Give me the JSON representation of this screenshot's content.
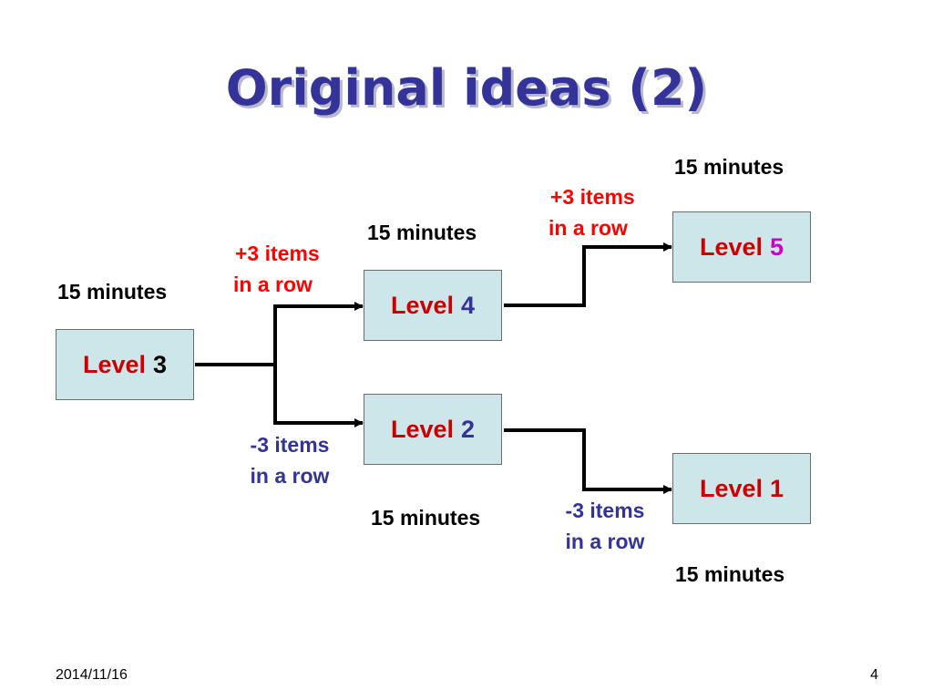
{
  "title": "Original ideas (2)",
  "level_word": "Level",
  "boxes": [
    {
      "name": "level-3-box",
      "number": "3",
      "number_color": "#000000"
    },
    {
      "name": "level-4-box",
      "number": "4",
      "number_color": "#333399"
    },
    {
      "name": "level-2-box",
      "number": "2",
      "number_color": "#333399"
    },
    {
      "name": "level-5-box",
      "number": "5",
      "number_color": "#cc00cc"
    },
    {
      "name": "level-1-box",
      "number": "1",
      "number_color": "#cc0000"
    }
  ],
  "duration_label": "15 minutes",
  "promote_label": {
    "line1": "+3 items",
    "line2": "in a row"
  },
  "demote_label": {
    "line1": "-3 items",
    "line2": "in a row"
  },
  "footer": {
    "date": "2014/11/16",
    "page": "4"
  },
  "colors": {
    "title": "#333399",
    "level_word": "#cc0000",
    "promote": "#ff0000",
    "demote": "#333399",
    "box_fill": "#cde6ea"
  }
}
